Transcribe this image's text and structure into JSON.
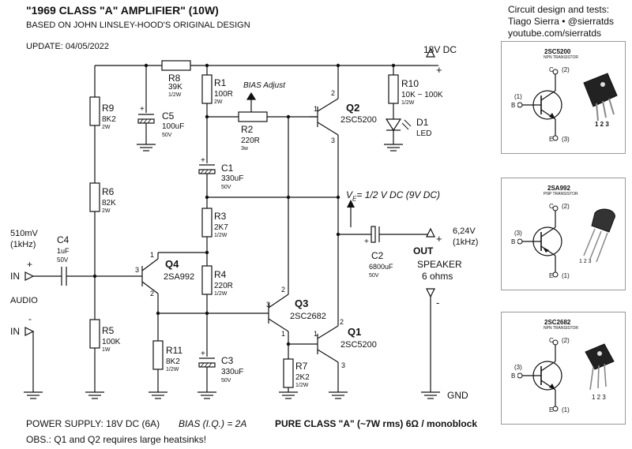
{
  "header": {
    "title": "\"1969 CLASS \"A\" AMPLIFIER\" (10W)",
    "subtitle": "BASED ON JOHN LINSLEY-HOOD'S ORIGINAL DESIGN",
    "update": "UPDATE: 04/05/2022"
  },
  "credits": {
    "line1": "Circuit design and tests:",
    "line2": "Tiago Sierra • @sierratds",
    "line3": "youtube.com/sierratds"
  },
  "supply": {
    "label": "18V DC",
    "plus": "+"
  },
  "components": {
    "r8": {
      "ref": "R8",
      "value": "39K",
      "rating": "1/2W"
    },
    "c5": {
      "ref": "C5",
      "value": "100uF",
      "rating": "50V",
      "plus": "+"
    },
    "r9": {
      "ref": "R9",
      "value": "8K2",
      "rating": "2W"
    },
    "r6": {
      "ref": "R6",
      "value": "82K",
      "rating": "2W"
    },
    "r5": {
      "ref": "R5",
      "value": "100K",
      "rating": "1W"
    },
    "r1": {
      "ref": "R1",
      "value": "100R",
      "rating": "2W"
    },
    "r2": {
      "ref": "R2",
      "value": "220R",
      "rating": "3w",
      "adjust": "BIAS Adjust"
    },
    "c1": {
      "ref": "C1",
      "value": "330uF",
      "rating": "50V",
      "plus": "+"
    },
    "r3": {
      "ref": "R3",
      "value": "2K7",
      "rating": "1/2W"
    },
    "r4": {
      "ref": "R4",
      "value": "220R",
      "rating": "1/2W"
    },
    "c3": {
      "ref": "C3",
      "value": "330uF",
      "rating": "50V",
      "plus": "+"
    },
    "r11": {
      "ref": "R11",
      "value": "8K2",
      "rating": "1/2W"
    },
    "r7": {
      "ref": "R7",
      "value": "2K2",
      "rating": "1/2W"
    },
    "r10": {
      "ref": "R10",
      "value": "10K ~ 100K",
      "rating": "1/2W"
    },
    "d1": {
      "ref": "D1",
      "value": "LED"
    },
    "c4": {
      "ref": "C4",
      "value": "1uF",
      "rating": "50V"
    },
    "c2": {
      "ref": "C2",
      "value": "6800uF",
      "rating": "50V",
      "plus": "+"
    },
    "q1": {
      "ref": "Q1",
      "part": "2SC5200"
    },
    "q2": {
      "ref": "Q2",
      "part": "2SC5200"
    },
    "q3": {
      "ref": "Q3",
      "part": "2SC2682"
    },
    "q4": {
      "ref": "Q4",
      "part": "2SA992"
    }
  },
  "pins": {
    "p1": "1",
    "p2": "2",
    "p3": "3"
  },
  "input": {
    "level": "510mV",
    "freq": "(1kHz)",
    "in_plus": "IN",
    "in_minus": "IN",
    "audio": "AUDIO",
    "plus": "+",
    "minus": "-"
  },
  "output": {
    "level": "6,24V",
    "freq": "(1kHz)",
    "out": "OUT",
    "speaker": "SPEAKER",
    "ohms": "6 ohms",
    "plus": "+",
    "minus": "-",
    "gnd": "GND"
  },
  "vertical_note": {
    "text": "V",
    "sub": "E",
    "rest": "= 1/2 V DC  (9V DC)"
  },
  "footer": {
    "power": "POWER SUPPLY: 18V DC (6A)",
    "bias": "BIAS (I.Q.) = 2A",
    "class": "PURE CLASS \"A\" (~7W rms) 6Ω / monoblock",
    "obs": "OBS.: Q1 and Q2 requires large heatsinks!"
  },
  "pinouts": [
    {
      "part": "2SC5200",
      "type": "NPN TRANSISTOR",
      "c": "C",
      "c_pin": "(2)",
      "b": "B",
      "b_pin": "(1)",
      "e": "E",
      "e_pin": "(3)",
      "legs": "1 2 3"
    },
    {
      "part": "2SA992",
      "type": "PNP TRANSISTOR",
      "c": "C",
      "c_pin": "(2)",
      "b": "B",
      "b_pin": "(3)",
      "e": "E",
      "e_pin": "(1)",
      "legs": "1 2 3"
    },
    {
      "part": "2SC2682",
      "type": "NPN TRANSISTOR",
      "c": "C",
      "c_pin": "(2)",
      "b": "B",
      "b_pin": "(3)",
      "e": "E",
      "e_pin": "(1)",
      "legs": "1 2 3"
    }
  ]
}
